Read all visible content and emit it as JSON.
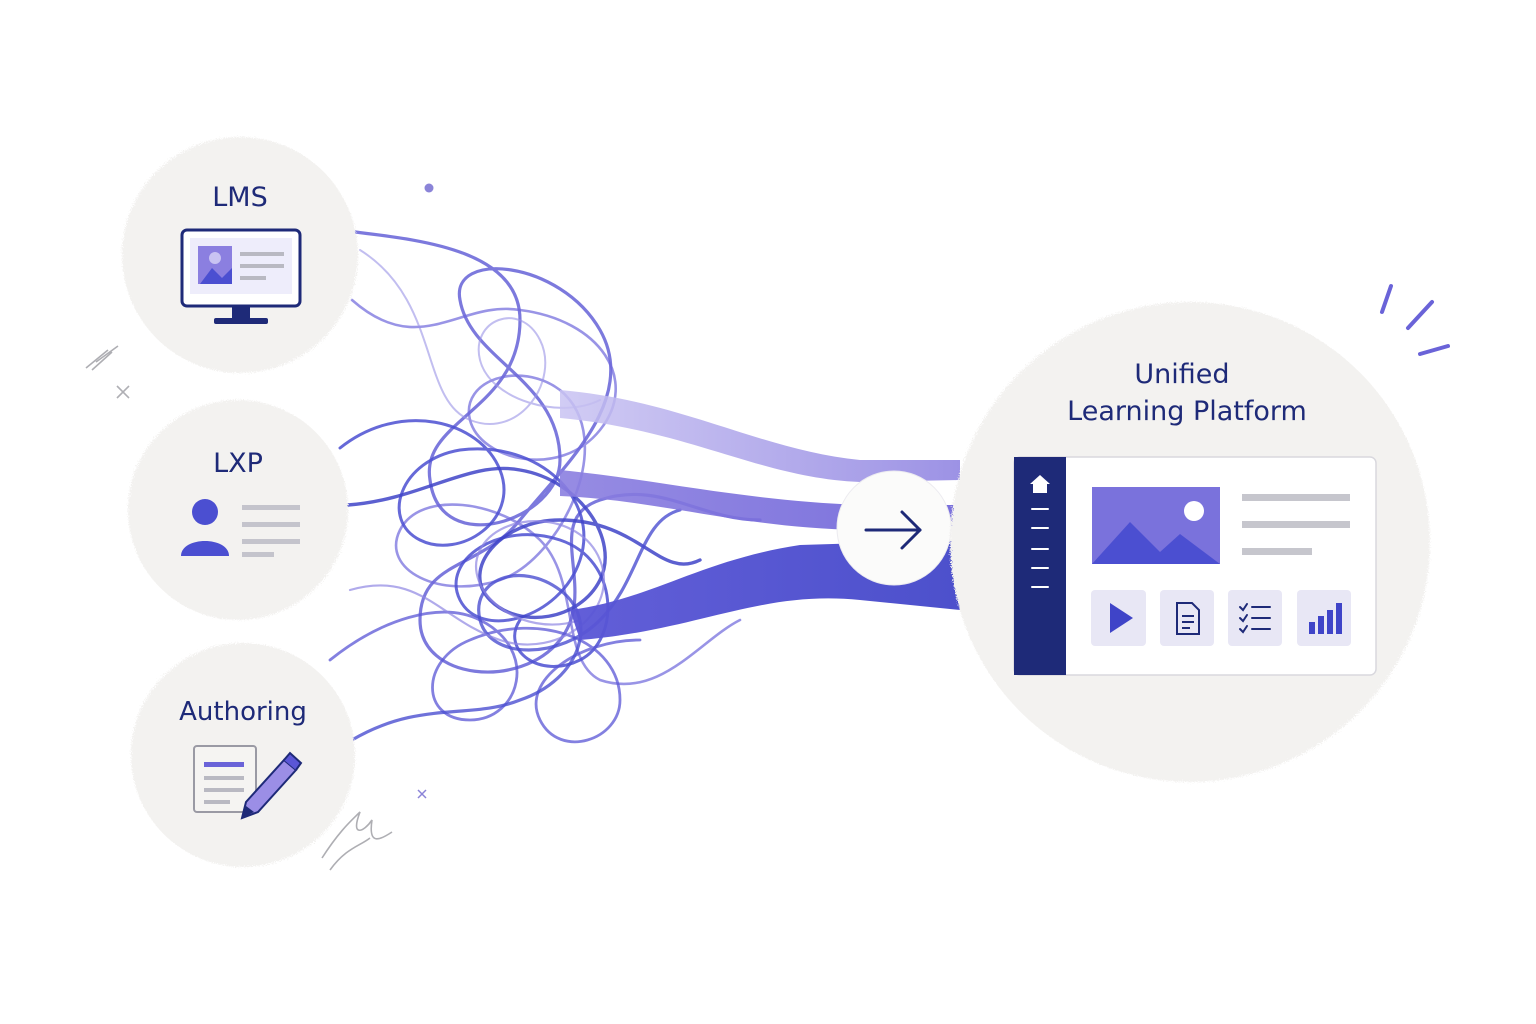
{
  "sources": [
    {
      "label": "LMS",
      "icon": "monitor-icon"
    },
    {
      "label": "LXP",
      "icon": "user-profile-icon"
    },
    {
      "label": "Authoring",
      "icon": "document-pencil-icon"
    }
  ],
  "target": {
    "title_line1": "Unified",
    "title_line2": "Learning Platform",
    "icons": [
      "home-icon",
      "play-icon",
      "document-icon",
      "checklist-icon",
      "bar-chart-icon",
      "image-icon"
    ]
  },
  "connector_icon": "arrow-right-icon",
  "colors": {
    "navy": "#1e2a78",
    "indigo": "#4b4fd1",
    "violet": "#8b7fe0",
    "lavender": "#c9c3f2",
    "paper": "#f3f2f0",
    "muted": "#c8c8cc"
  }
}
